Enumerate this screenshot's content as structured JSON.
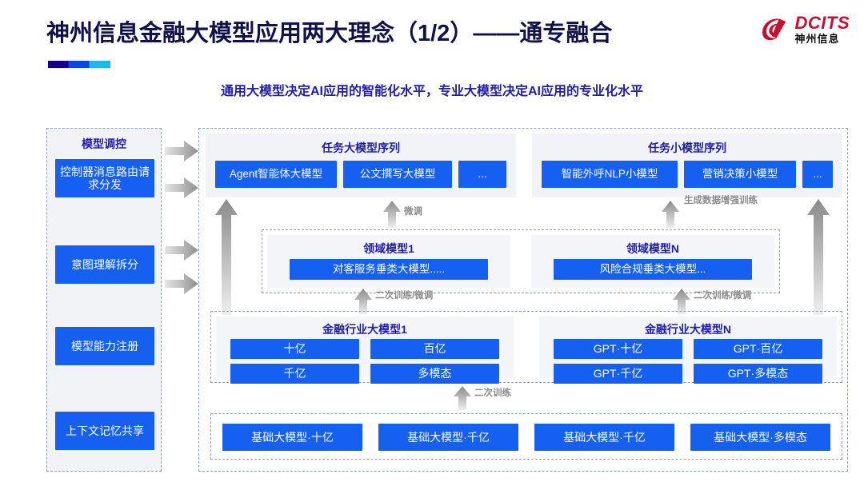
{
  "header": {
    "title": "神州信息金融大模型应用两大理念（1/2）——通专融合",
    "subtitle": "通用大模型决定AI应用的智能化水平，专业大模型决定AI应用的专业化水平",
    "logo_en": "DCITS",
    "logo_cn": "神州信息",
    "accent_navy": "#12008c",
    "accent_blue": "#0a46e6",
    "accent_cyan": "#23b7e8",
    "brand_red": "#c8102e",
    "title_color": "#12124a"
  },
  "sidebar": {
    "title": "模型调控",
    "items": [
      {
        "label": "控制器消息路由请求分发"
      },
      {
        "label": "意图理解拆分"
      },
      {
        "label": "模型能力注册"
      },
      {
        "label": "上下文记忆共享"
      }
    ]
  },
  "diagram": {
    "box_color": "#1560f0",
    "task_panels": [
      {
        "title": "任务大模型序列",
        "items": [
          "Agent智能体大模型",
          "公文撰写大模型",
          "..."
        ]
      },
      {
        "title": "任务小模型序列",
        "items": [
          "智能外呼NLP小模型",
          "营销决策小模型",
          "..."
        ]
      }
    ],
    "domain_panels": [
      {
        "title": "领域模型1",
        "item": "对客服务垂类大模型....."
      },
      {
        "title": "领域模型N",
        "item": "风险合规垂类大模型..."
      }
    ],
    "industry_panels": [
      {
        "title": "金融行业大模型1",
        "items": [
          "十亿",
          "百亿",
          "千亿",
          "多模态"
        ]
      },
      {
        "title": "金融行业大模型N",
        "items": [
          "GPT·十亿",
          "GPT·百亿",
          "GPT·千亿",
          "GPT·多模态"
        ]
      }
    ],
    "base_panel": {
      "items": [
        "基础大模型·十亿",
        "基础大模型·千亿",
        "基础大模型·千亿",
        "基础大模型·多模态"
      ]
    },
    "arrow_labels": {
      "finetune_left": "微调",
      "gen_data_aug": "生成数据增强训练",
      "retrain_finetune_left": "二次训练/微调",
      "retrain_finetune_right": "二次训练/微调",
      "retrain_bottom": "二次训练"
    }
  }
}
